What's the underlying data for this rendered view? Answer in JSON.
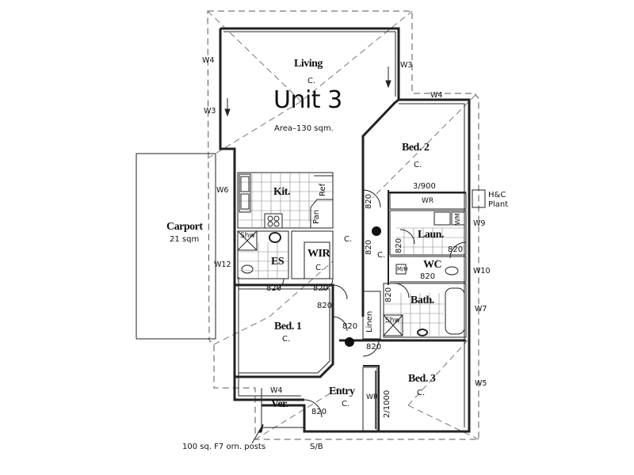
{
  "plan": {
    "title": "Unit 3",
    "area": "Area–130 sqm.",
    "ceiling_marker": "C."
  },
  "rooms": {
    "living": "Living",
    "bed2": "Bed. 2",
    "kitchen": "Kit.",
    "ref": "Ref",
    "pantry": "Pan",
    "carport": "Carport",
    "carport_area": "21 sqm",
    "ensuite": "ES",
    "ensuite_shower": "Shw",
    "wir": "WIR",
    "laundry": "Laun.",
    "wm": "WM",
    "wc": "WC",
    "mh": "M/H",
    "bath": "Bath.",
    "bath_shower": "Shw",
    "linen": "Linen",
    "bed1": "Bed. 1",
    "bed3": "Bed. 3",
    "entry": "Entry",
    "verandah": "Ver.",
    "wr_bed2": "WR",
    "wr_bed3": "WR"
  },
  "windows": {
    "living_left_upper": "W4",
    "living_left_lower": "W3",
    "living_right": "W3",
    "bed2_top": "W4",
    "kitchen": "W6",
    "laundry": "W9",
    "ensuite": "W12",
    "wc": "W10",
    "bath": "W7",
    "bed3": "W5",
    "bed1_bottom": "W4"
  },
  "doors": {
    "bed2": "820",
    "hall": "820",
    "es": "820",
    "wir": "820",
    "bed1_a": "820",
    "bed1_b": "820",
    "laundry_side": "820",
    "laundry": "820",
    "wc": "820",
    "bath": "820",
    "bed3": "820",
    "entry": "820"
  },
  "robes": {
    "bed2": "3/900",
    "bed3": "2/1000"
  },
  "annotations": {
    "hc_plant_1": "H&C",
    "hc_plant_2": "Plant",
    "posts": "100 sq. F7 orn. posts",
    "sb": "S/B"
  }
}
